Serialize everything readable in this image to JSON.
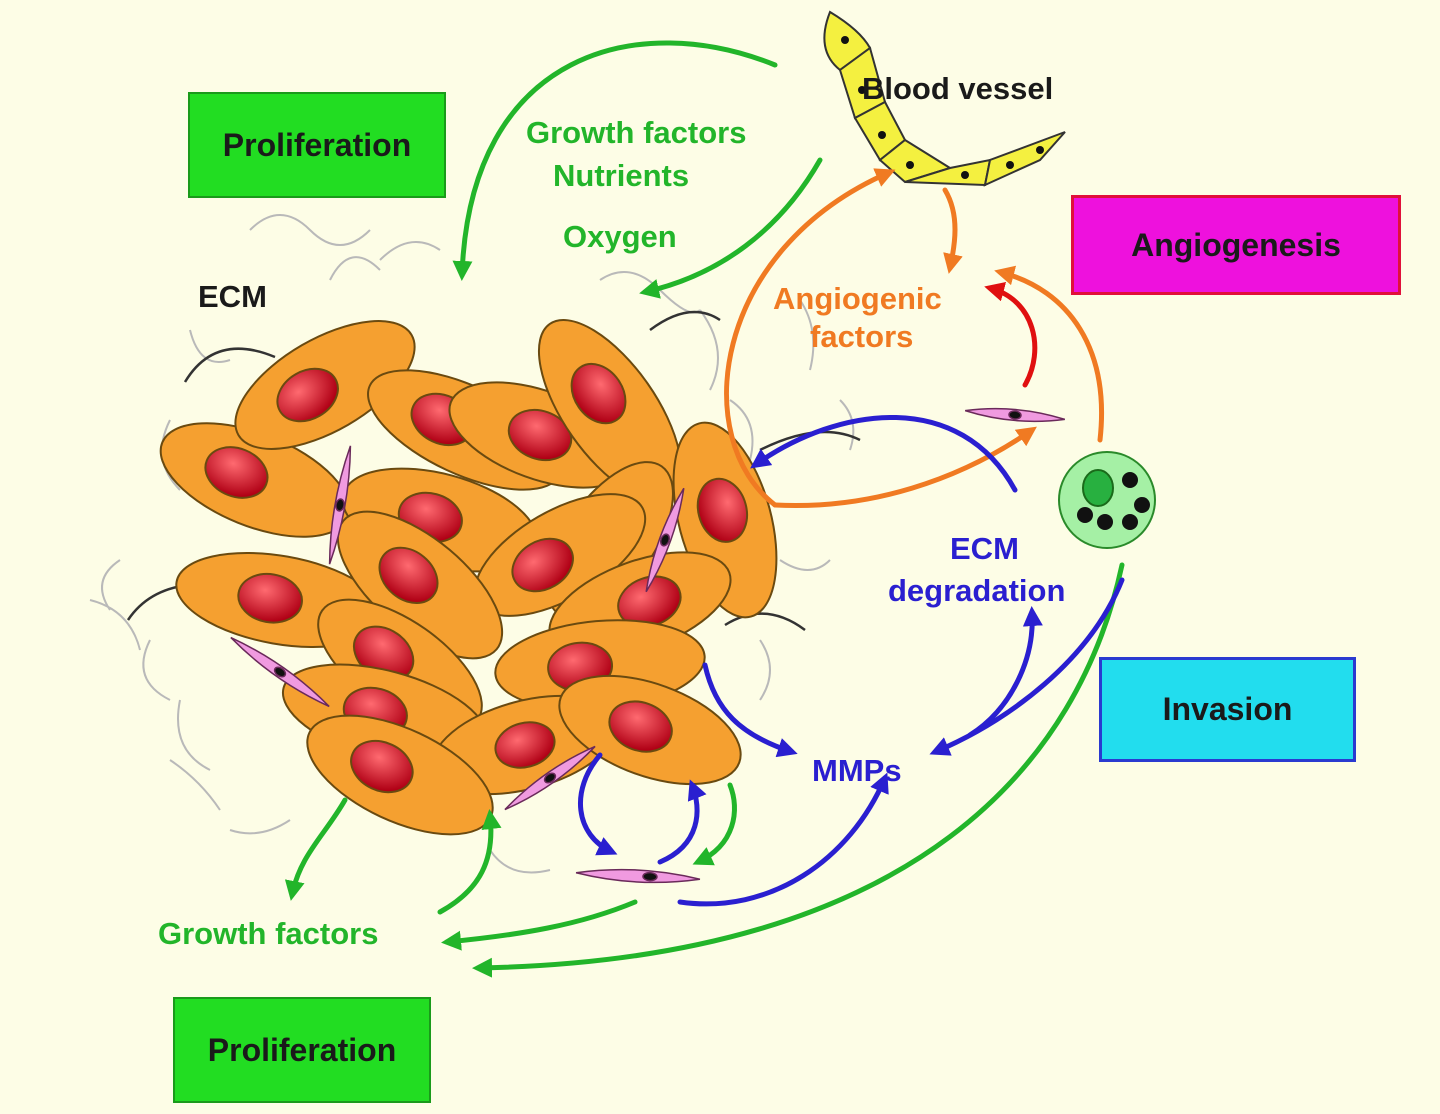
{
  "boxes": {
    "proliferation_top": "Proliferation",
    "angiogenesis": "Angiogenesis",
    "invasion": "Invasion",
    "proliferation_bottom": "Proliferation"
  },
  "labels": {
    "blood_vessel": "Blood vessel",
    "growth_factors_top": "Growth factors",
    "nutrients": "Nutrients",
    "oxygen": "Oxygen",
    "ecm": "ECM",
    "angiogenic_1": "Angiogenic",
    "angiogenic_2": "factors",
    "ecm_degradation_1": "ECM",
    "ecm_degradation_2": "degradation",
    "mmps": "MMPs",
    "growth_factors_bottom": "Growth factors"
  },
  "colors": {
    "background": "#fdfde6",
    "green": "#22b52a",
    "orange": "#f07a22",
    "red": "#e01010",
    "blue": "#2a1fd0",
    "tumor_cell": "#f5a030",
    "nucleus": "#cc1020",
    "fibroblast": "#f09ae0",
    "vessel": "#f4f040",
    "box_green": "#22dd22",
    "box_magenta": "#ee11dd",
    "box_cyan": "#22ddee"
  }
}
